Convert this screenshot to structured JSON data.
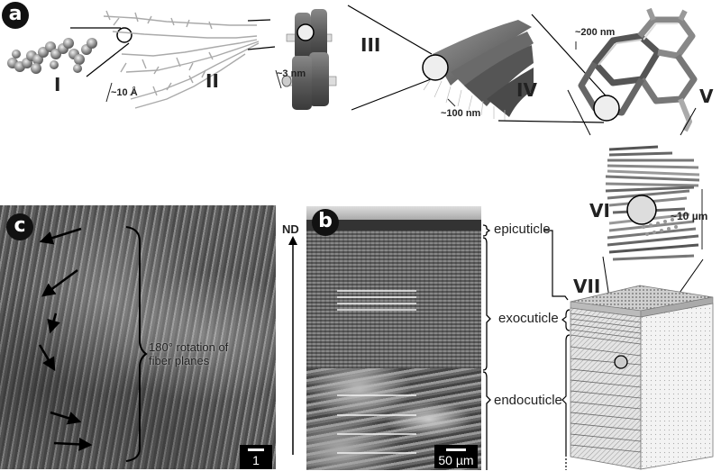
{
  "panels": {
    "a": {
      "badge": "a",
      "levels": [
        {
          "numeral": "I",
          "description": "molecule"
        },
        {
          "numeral": "II",
          "description": "chitin chains"
        },
        {
          "numeral": "III",
          "description": "nanofibrils with proteins"
        },
        {
          "numeral": "IV",
          "description": "fiber bundles"
        },
        {
          "numeral": "V",
          "description": "honeycomb network"
        },
        {
          "numeral": "VI",
          "description": "twisted plywood"
        },
        {
          "numeral": "VII",
          "description": "cuticle block"
        }
      ],
      "scales": {
        "II": "~10 Å",
        "III": "~3 nm",
        "IV": "~100 nm",
        "V": "~200 nm",
        "VI": "~10 µm"
      }
    },
    "b": {
      "badge": "b",
      "axis_label": "ND",
      "scale_bar": "50 µm",
      "layers": [
        "epicuticle",
        "exocuticle",
        "endocuticle"
      ]
    },
    "c": {
      "badge": "c",
      "annotation": "180° rotation of fiber planes",
      "annotation_line1": "180° rotation of",
      "annotation_line2": "fiber planes",
      "scale_bar": "1 µm"
    }
  },
  "colors": {
    "badge": "#111111",
    "sem_dark": "#3a3a3a",
    "sem_light": "#9a9a9a",
    "fiber": "#5a5a5a"
  }
}
